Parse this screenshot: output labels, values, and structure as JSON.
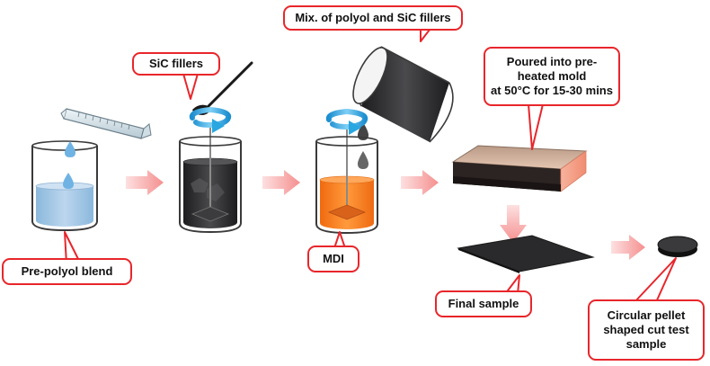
{
  "labels": {
    "mix": "Mix. of polyol and SiC fillers",
    "sic": "SiC fillers",
    "poured_1": "Poured into pre-",
    "poured_2": "heated mold",
    "poured_3": "at 50°C for 15-30 mins",
    "prepolyol": "Pre-polyol blend",
    "mdi": "MDI",
    "final": "Final sample",
    "pellet_1": "Circular pellet",
    "pellet_2": "shaped cut test",
    "pellet_3": "sample"
  },
  "colors": {
    "callout_border": "#e8262b",
    "flow_arrow": "#f7a3a3",
    "stir_arrow": "#2aa7e0",
    "polyol_liquid": "#a8c8e8",
    "sic_mixture": "#2f2f31",
    "mdi_liquid": "#f57b1f",
    "mold_top": "#c8a28a",
    "mold_side": "#f2a28a"
  },
  "icons": [
    "graduated-cylinder-icon",
    "spatula-icon",
    "droplet-icon",
    "stir-arrow-icon",
    "flow-arrow-icon",
    "mold-icon",
    "pellet-icon",
    "beaker-icon"
  ]
}
